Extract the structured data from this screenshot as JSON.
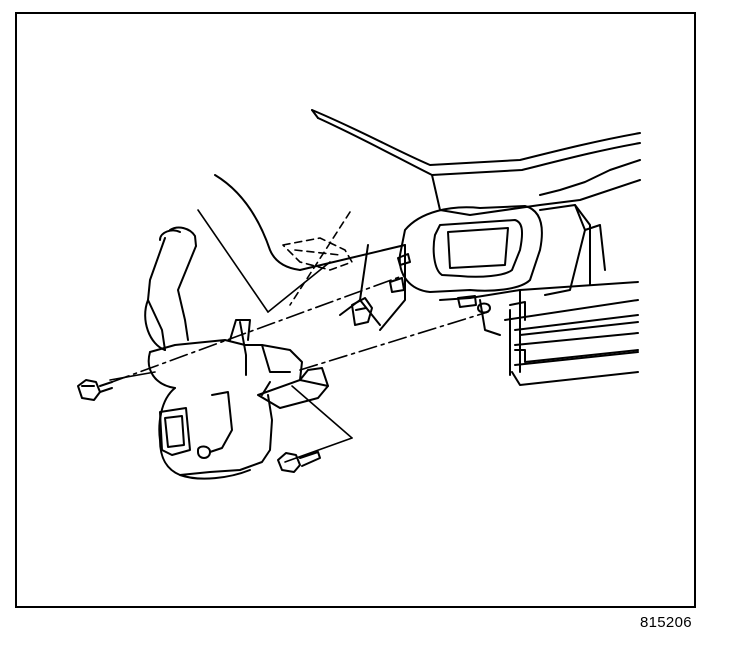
{
  "figure": {
    "id_label": "815206"
  },
  "colors": {
    "line": "#000000",
    "paper": "#ffffff"
  },
  "parts": [
    "washer-fluid-reservoir",
    "filler-neck",
    "upper-bolt",
    "lower-bolt",
    "clip-nut",
    "mounting-bracket",
    "fender-liner",
    "radiator-support",
    "frame-rail",
    "headlamp-housing"
  ]
}
